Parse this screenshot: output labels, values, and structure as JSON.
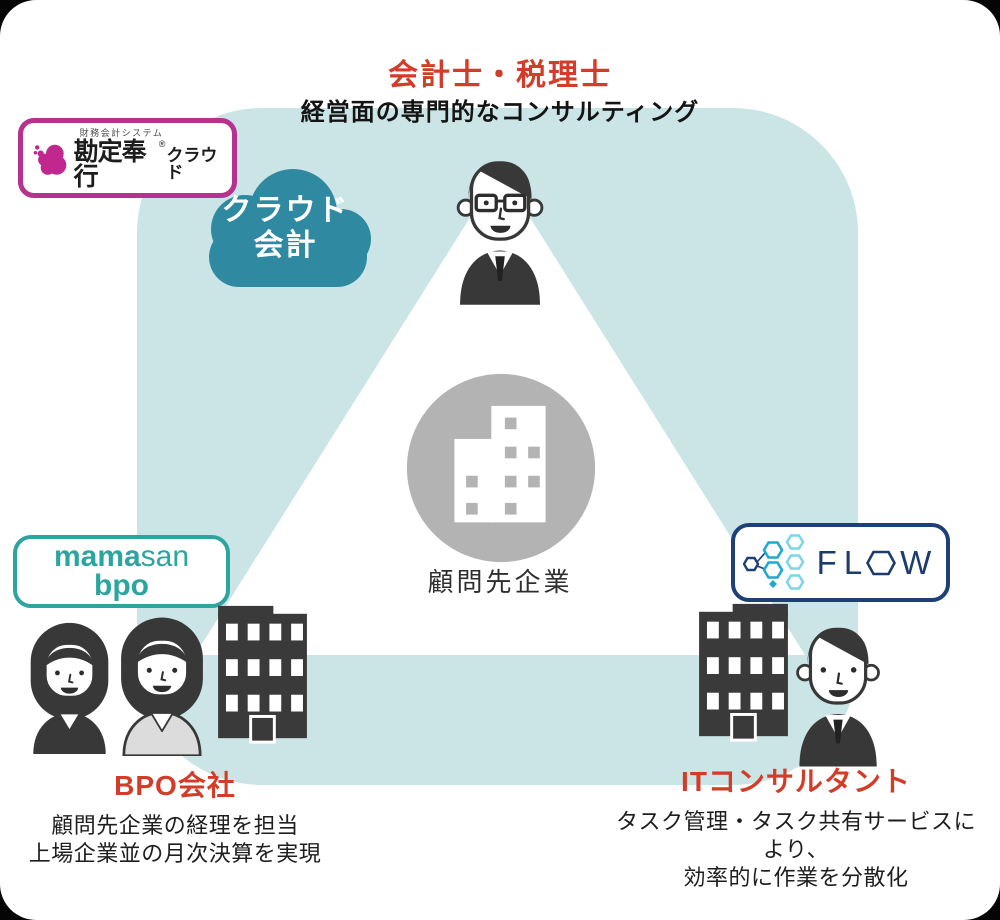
{
  "page": {
    "background_color": "#050505",
    "card_background": "#ffffff"
  },
  "colors": {
    "accent_red": "#d23c28",
    "backdrop_teal": "#cbe5e7",
    "cloud_teal": "#2f8aa1",
    "kanjo_magenta": "#b5338f",
    "mamasan_teal": "#2ba59e",
    "flow_navy": "#1d4077",
    "figure_dark": "#383838",
    "client_circle_gray": "#b3b3b3"
  },
  "top": {
    "title": "会計士・税理士",
    "subtitle": "経営面の専門的なコンサルティング"
  },
  "kanjo_logo": {
    "system_label": "財務会計システム",
    "product": "勘定奉行",
    "registered_mark": "®",
    "suffix": "クラウド"
  },
  "cloud_badge": {
    "line1": "クラウド",
    "line2": "会計"
  },
  "center": {
    "label": "顧問先企業"
  },
  "mamasan_logo": {
    "part_bold": "mama",
    "part_light": "san",
    "line2": "bpo"
  },
  "flow_logo": {
    "letters_before_o": "FL",
    "letter_after_o": "W"
  },
  "bpo_section": {
    "title": "BPO会社",
    "desc_line1": "顧問先企業の経理を担当",
    "desc_line2": "上場企業並の月次決算を実現"
  },
  "it_section": {
    "title": "ITコンサルタント",
    "desc_line1": "タスク管理・タスク共有サービスにより、",
    "desc_line2": "効率的に作業を分散化"
  }
}
